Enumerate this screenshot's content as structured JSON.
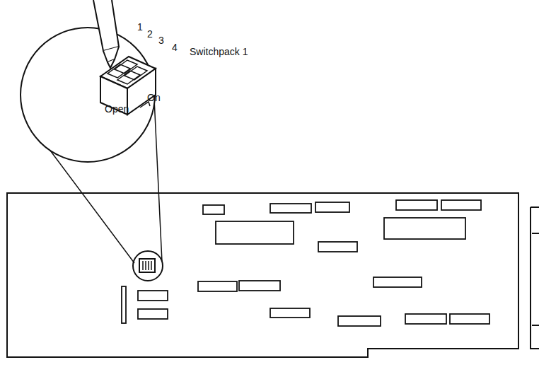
{
  "diagram": {
    "labels": [
      "1",
      "2",
      "3",
      "4",
      "Switchpack 1",
      "On",
      "Open"
    ]
  }
}
